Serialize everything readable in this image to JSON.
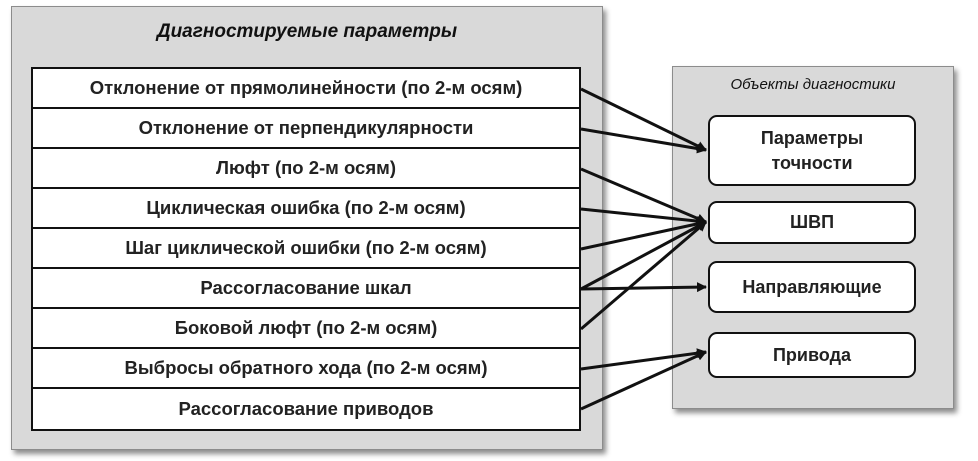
{
  "diagnosed_parameters": {
    "title": "Диагностируемые параметры",
    "items": [
      "Отклонение от прямолинейности (по 2-м осям)",
      "Отклонение от перпендикулярности",
      "Люфт (по 2-м осям)",
      "Циклическая ошибка (по 2-м осям)",
      "Шаг циклической ошибки (по 2-м осям)",
      "Рассогласование шкал",
      "Боковой люфт (по 2-м осям)",
      "Выбросы обратного хода (по 2-м осям)",
      "Рассогласование приводов"
    ]
  },
  "diagnostic_objects": {
    "title": "Объекты диагностики",
    "items": [
      "Параметры точности",
      "ШВП",
      "Направляющие",
      "Привода"
    ]
  },
  "connections": [
    {
      "from": 0,
      "to": 0
    },
    {
      "from": 1,
      "to": 0
    },
    {
      "from": 2,
      "to": 1
    },
    {
      "from": 3,
      "to": 1
    },
    {
      "from": 4,
      "to": 1
    },
    {
      "from": 5,
      "to": 1
    },
    {
      "from": 5,
      "to": 2
    },
    {
      "from": 6,
      "to": 1
    },
    {
      "from": 7,
      "to": 3
    },
    {
      "from": 8,
      "to": 3
    }
  ]
}
